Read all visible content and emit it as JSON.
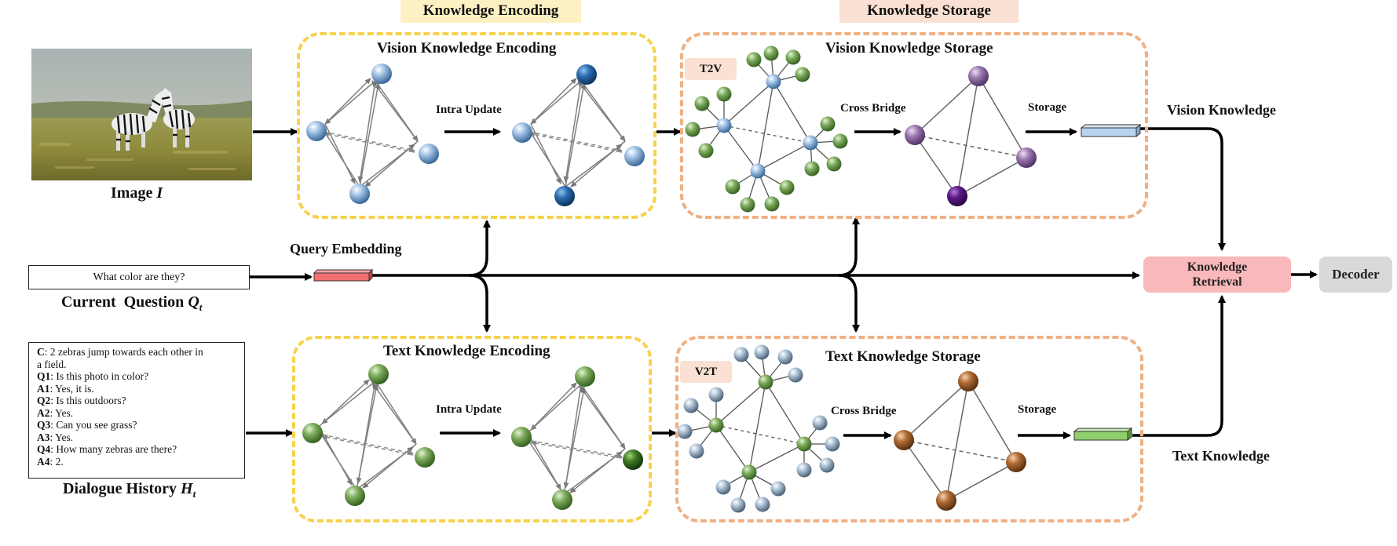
{
  "headers": {
    "encoding": "Knowledge Encoding",
    "storage": "Knowledge Storage"
  },
  "panels": {
    "vision_encoding": "Vision Knowledge Encoding",
    "text_encoding": "Text Knowledge Encoding",
    "vision_storage": "Vision Knowledge Storage",
    "text_storage": "Text Knowledge Storage"
  },
  "tags": {
    "t2v": "T2V",
    "v2t": "V2T"
  },
  "labels": {
    "intra_update": "Intra Update",
    "cross_bridge": "Cross Bridge",
    "storage": "Storage",
    "query_embedding": "Query Embedding",
    "vision_knowledge": "Vision Knowledge",
    "text_knowledge": "Text Knowledge"
  },
  "inputs": {
    "image_label": "Image",
    "image_var": "I",
    "question_text": "What color are they?",
    "question_label": "Current  Question",
    "question_var": "Q",
    "question_sub": "t",
    "history_label": "Dialogue History",
    "history_var": "H",
    "history_sub": "t"
  },
  "history": [
    {
      "k": "C",
      "v": ": 2 zebras jump towards each other in"
    },
    {
      "k": "",
      "v": "a field."
    },
    {
      "k": "Q1",
      "v": ": Is this photo in color?"
    },
    {
      "k": "A1",
      "v": ": Yes, it is."
    },
    {
      "k": "Q2",
      "v": ": Is this outdoors?"
    },
    {
      "k": "A2",
      "v": ": Yes."
    },
    {
      "k": "Q3",
      "v": ": Can you see grass?"
    },
    {
      "k": "A3",
      "v": ": Yes."
    },
    {
      "k": "Q4",
      "v": ": How many zebras are there?"
    },
    {
      "k": "A4",
      "v": ": 2."
    }
  ],
  "outputs": {
    "retrieval_line1": "Knowledge",
    "retrieval_line2": "Retrieval",
    "decoder": "Decoder"
  },
  "colors": {
    "yellow_border": "#f7d24a",
    "orange_border": "#f0b083",
    "query_embedding": "#f07070",
    "vision_embedding": "#b9d4ee",
    "text_embedding": "#8fcf6d",
    "retrieval": "#f9b8ba",
    "decoder": "#d9d9d9"
  }
}
